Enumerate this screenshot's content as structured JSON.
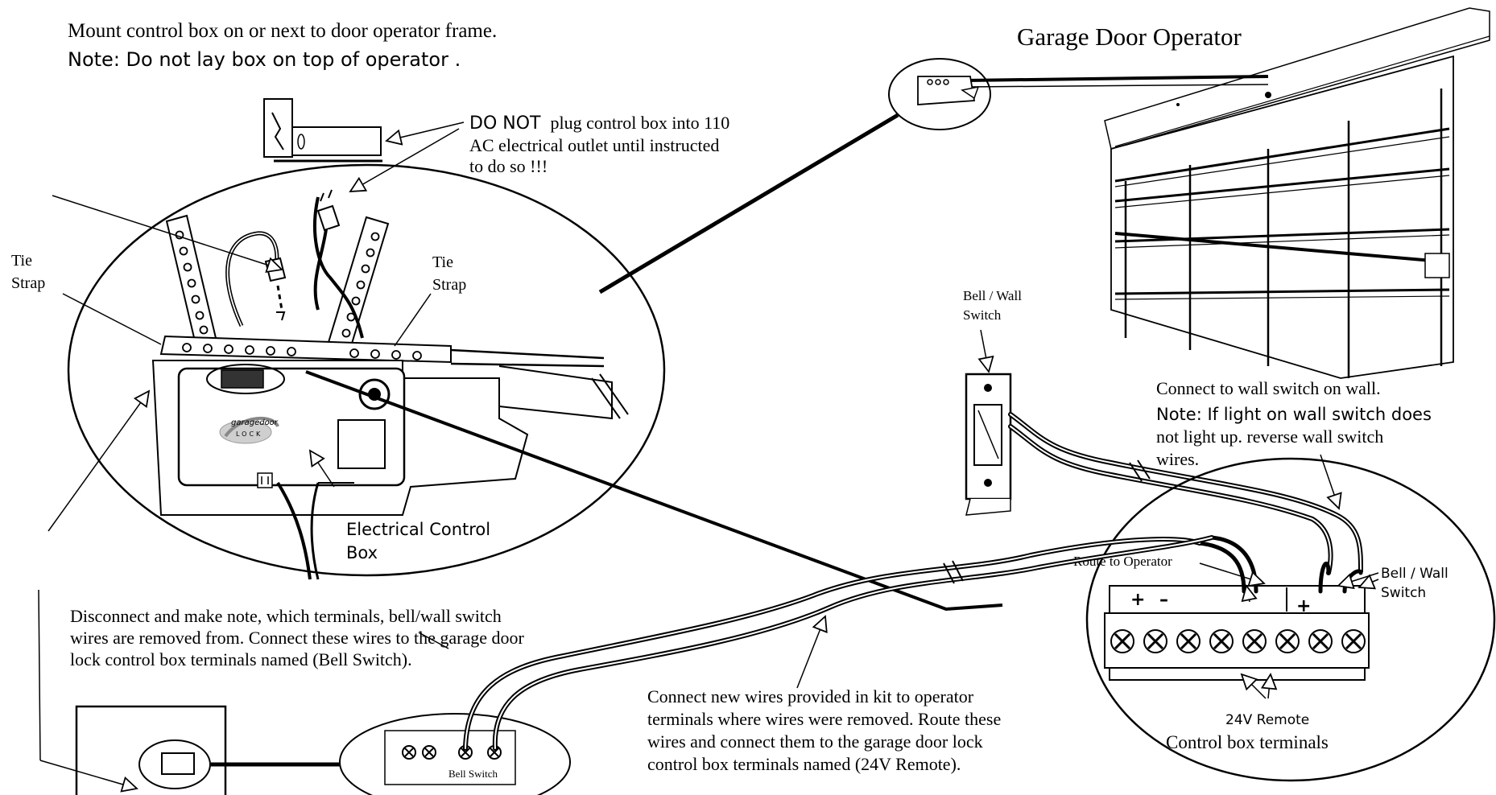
{
  "title": "Garage Door Operator",
  "mount_note": {
    "line1": "Mount control box on or next to door operator frame.",
    "line2": "Note: Do not lay box on top of operator ."
  },
  "plug_note": {
    "line1_bold": "DO NOT",
    "line1_rest": "plug control box into 110",
    "line2": "AC electrical outlet until instructed",
    "line3": "to do so !!!"
  },
  "tie_strap_left": {
    "line1": "Tie",
    "line2": "Strap"
  },
  "tie_strap_right": {
    "line1": "Tie",
    "line2": "Strap"
  },
  "logo": {
    "text": "garagedoor",
    "text2": "LOCK"
  },
  "electrical_control_box": {
    "line1": "Electrical Control",
    "line2": "Box"
  },
  "bell_wall_switch_top": {
    "line1": "Bell / Wall",
    "line2": "Switch"
  },
  "wall_switch_note": {
    "line1": "Connect to wall switch on wall.",
    "line2": "Note: If light on wall switch does",
    "line3": "not light up.  reverse wall switch",
    "line4": "wires."
  },
  "route_to_operator": "Route to Operator",
  "bell_wall_switch_right": {
    "line1": "Bell / Wall",
    "line2": "Switch"
  },
  "terminal_polarity": {
    "plus": "+",
    "minus": "–",
    "plus2": "+"
  },
  "remote_24v": "24V Remote",
  "control_box_terminals": "Control box terminals",
  "disconnect_note": {
    "line1": "Disconnect and make note, which terminals, bell/wall switch",
    "line2": "wires are removed from.  Connect these wires to the garage door",
    "line3": "lock control box terminals named (Bell Switch)."
  },
  "bell_switch_label": "Bell Switch",
  "connect_new_wires_note": {
    "line1": "Connect new wires provided in kit to operator",
    "line2": "terminals where wires were removed.  Route these",
    "line3": "wires and connect them to the garage door lock",
    "line4": "control box terminals named (24V Remote)."
  }
}
